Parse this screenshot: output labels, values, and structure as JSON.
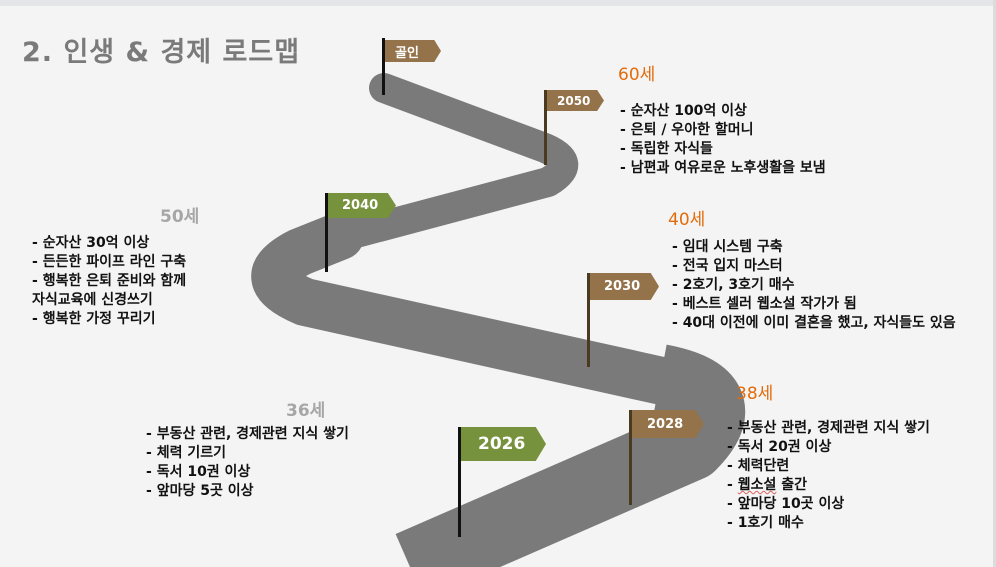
{
  "title": "2. 인생 & 경제 로드맵",
  "colors": {
    "road": "#7a7a7a",
    "flag_brown": "#94734a",
    "flag_green": "#76923c",
    "age_orange": "#e36c0a",
    "age_gray": "#a6a6a6"
  },
  "flags": {
    "goal": "골인",
    "y2050": "2050",
    "y2040": "2040",
    "y2030": "2030",
    "y2028": "2028",
    "y2026": "2026"
  },
  "milestones": {
    "age60": {
      "age": "60세",
      "items": [
        "순자산 100억 이상",
        "은퇴 / 우아한 할머니",
        "독립한 자식들",
        "남편과 여유로운 노후생활을 보냄"
      ]
    },
    "age50": {
      "age": "50세",
      "items": [
        "순자산 30억 이상",
        "든든한 파이프 라인 구축",
        "행복한 은퇴 준비와 함께",
        "자식교육에 신경쓰기",
        "행복한 가정 꾸리기"
      ]
    },
    "age40": {
      "age": "40세",
      "items": [
        "임대 시스템 구축",
        "전국 입지 마스터",
        "2호기, 3호기 매수",
        "베스트 셀러 웹소설 작가가 됨",
        "40대 이전에 이미 결혼을 했고, 자식들도 있음"
      ]
    },
    "age38": {
      "age": "38세",
      "items": [
        "부동산 관련, 경제관련 지식 쌓기",
        "독서 20권 이상",
        "체력단련",
        "웹소설",
        "출간",
        "앞마당 10곳 이상",
        "1호기 매수"
      ]
    },
    "age36": {
      "age": "36세",
      "items": [
        "부동산 관련, 경제관련 지식 쌓기",
        "체력 기르기",
        "독서 10권 이상",
        "앞마당 5곳 이상"
      ]
    }
  }
}
